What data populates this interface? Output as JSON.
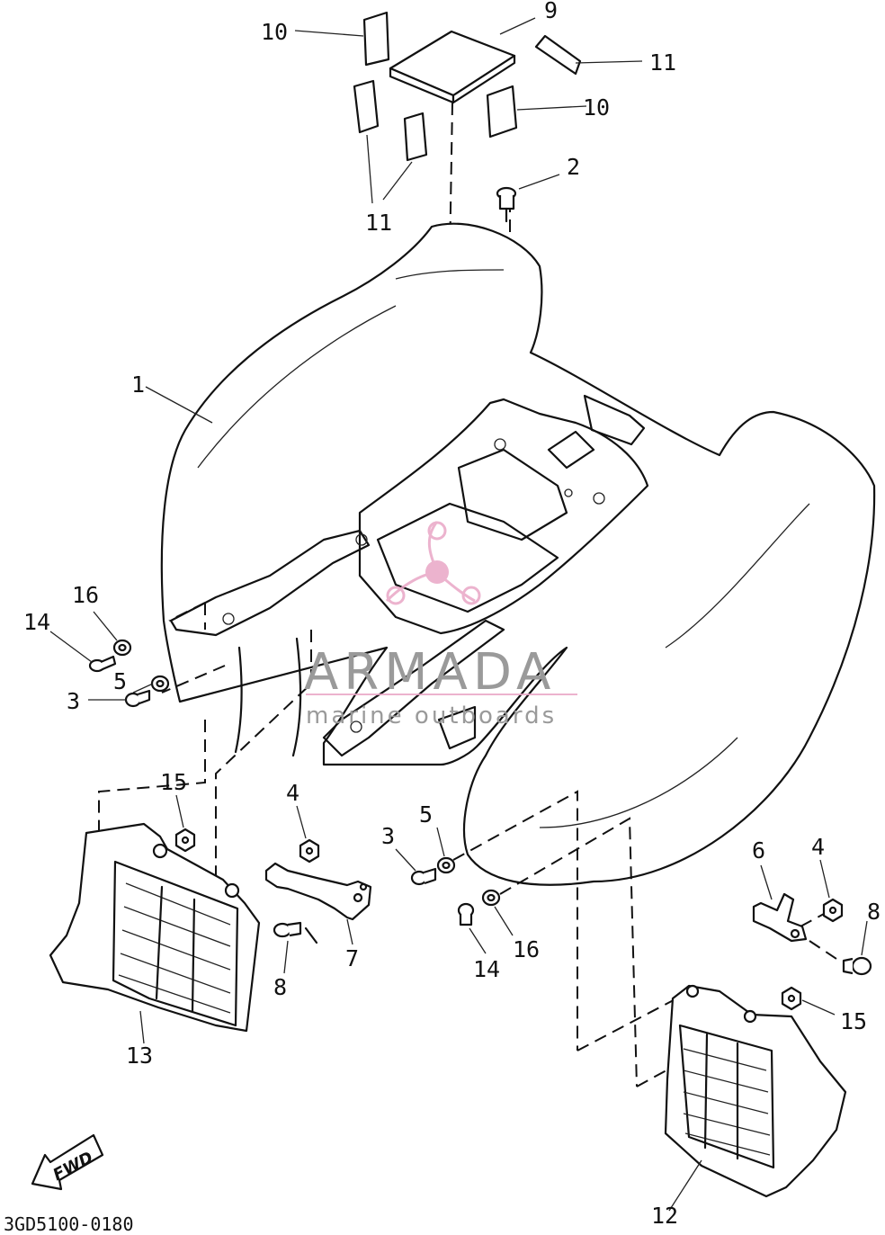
{
  "diagram": {
    "drawing_code": "3GD5100-0180",
    "fwd_label": "FWD",
    "watermark": {
      "title": "ARMADA",
      "subtitle": "marine outboards",
      "accent": "#e9a6c6"
    },
    "callouts": {
      "c1": "1",
      "c2": "2",
      "c3a": "3",
      "c3b": "3",
      "c4a": "4",
      "c4b": "4",
      "c5a": "5",
      "c5b": "5",
      "c6": "6",
      "c7": "7",
      "c8a": "8",
      "c8b": "8",
      "c9": "9",
      "c10a": "10",
      "c10b": "10",
      "c11a": "11",
      "c11b": "11",
      "c12": "12",
      "c13": "13",
      "c14a": "14",
      "c14b": "14",
      "c15a": "15",
      "c15b": "15",
      "c16a": "16",
      "c16b": "16"
    }
  }
}
